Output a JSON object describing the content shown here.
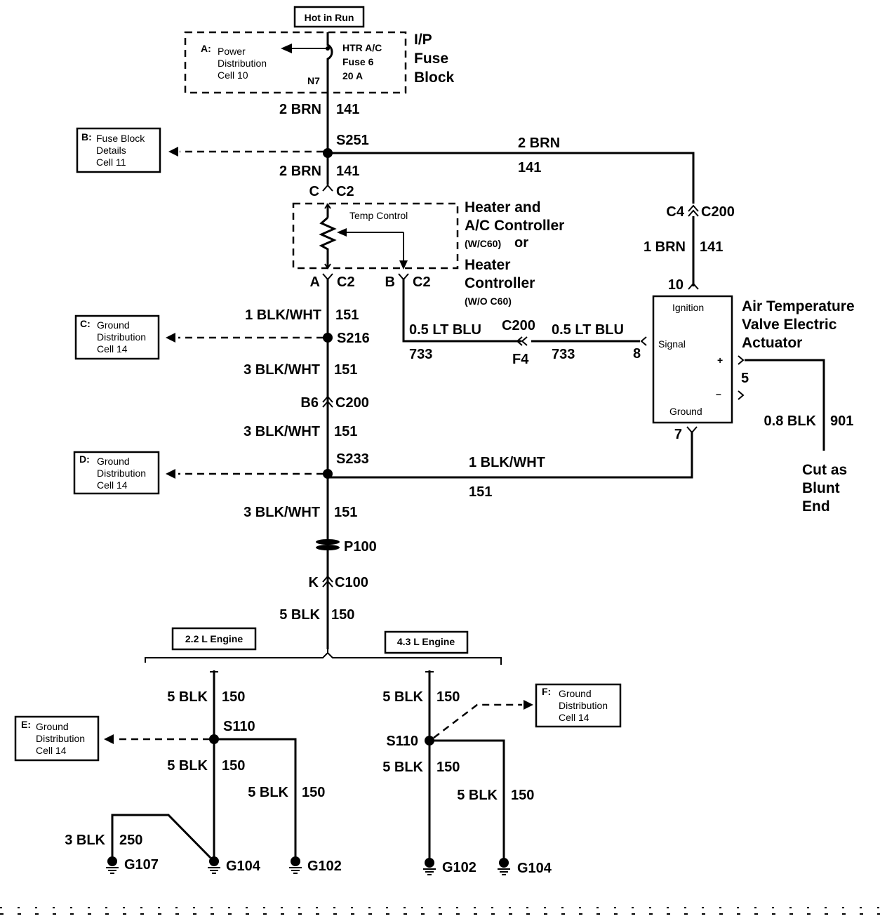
{
  "top": {
    "hot_in_run": "Hot in Run"
  },
  "fuse_block": {
    "ref_letter": "A:",
    "ref_lines": [
      "Power",
      "Distribution",
      "Cell 10"
    ],
    "fuse_lines": [
      "HTR A/C",
      "Fuse 6",
      "20 A"
    ],
    "terminal": "N7",
    "title_lines": [
      "I/P",
      "Fuse",
      "Block"
    ]
  },
  "refs": {
    "b": {
      "letter": "B:",
      "lines": [
        "Fuse Block",
        "Details",
        "Cell 11"
      ]
    },
    "c": {
      "letter": "C:",
      "lines": [
        "Ground",
        "Distribution",
        "Cell 14"
      ]
    },
    "d": {
      "letter": "D:",
      "lines": [
        "Ground",
        "Distribution",
        "Cell 14"
      ]
    },
    "e": {
      "letter": "E:",
      "lines": [
        "Ground",
        "Distribution",
        "Cell 14"
      ]
    },
    "f": {
      "letter": "F:",
      "lines": [
        "Ground",
        "Distribution",
        "Cell 14"
      ]
    }
  },
  "wires": {
    "w1": {
      "size_color": "2 BRN",
      "circuit": "141"
    },
    "w2": {
      "size_color": "2 BRN",
      "circuit": "141"
    },
    "w_right_top": {
      "size_color": "2 BRN",
      "circuit": "141"
    },
    "w_right_mid": {
      "size_color": "1 BRN",
      "circuit": "141"
    },
    "w3": {
      "size_color": "1 BLK/WHT",
      "circuit": "151"
    },
    "w4": {
      "size_color": "3 BLK/WHT",
      "circuit": "151"
    },
    "w5": {
      "size_color": "3 BLK/WHT",
      "circuit": "151"
    },
    "w6": {
      "size_color": "3 BLK/WHT",
      "circuit": "151"
    },
    "w_ground_right": {
      "size_color": "1 BLK/WHT",
      "circuit": "151"
    },
    "w7": {
      "size_color": "5 BLK",
      "circuit": "150"
    },
    "signal_left": {
      "size_color": "0.5 LT BLU",
      "circuit": "733"
    },
    "signal_right": {
      "size_color": "0.5 LT BLU",
      "circuit": "733"
    },
    "actuator_out": {
      "size_color": "0.8 BLK",
      "circuit": "901"
    },
    "e22_top": {
      "size_color": "5 BLK",
      "circuit": "150"
    },
    "e22_mid": {
      "size_color": "5 BLK",
      "circuit": "150"
    },
    "e22_right": {
      "size_color": "5 BLK",
      "circuit": "150"
    },
    "e22_g107": {
      "size_color": "3 BLK",
      "circuit": "250"
    },
    "e43_top": {
      "size_color": "5 BLK",
      "circuit": "150"
    },
    "e43_mid": {
      "size_color": "5 BLK",
      "circuit": "150"
    },
    "e43_right": {
      "size_color": "5 BLK",
      "circuit": "150"
    }
  },
  "splices": {
    "s251": "S251",
    "s216": "S216",
    "s233": "S233",
    "s110_a": "S110",
    "s110_b": "S110",
    "p100": "P100"
  },
  "connectors": {
    "c2_top_pin": "C",
    "c2_top": "C2",
    "c2_a_pin": "A",
    "c2_a": "C2",
    "c2_b_pin": "B",
    "c2_b": "C2",
    "c200_b6_pin": "B6",
    "c200_b6": "C200",
    "c200_c4_pin": "C4",
    "c200_c4": "C200",
    "c200_f4_name": "C200",
    "c200_f4_pin": "F4",
    "c100_pin": "K",
    "c100": "C100"
  },
  "controller": {
    "inner_label": "Temp Control",
    "title_lines": [
      "Heater and",
      "A/C Controller"
    ],
    "opt1": "(W/C60)",
    "or": "or",
    "title2_lines": [
      "Heater",
      "Controller"
    ],
    "opt2": "(W/O C60)"
  },
  "actuator": {
    "title_lines": [
      "Air Temperature",
      "Valve Electric",
      "Actuator"
    ],
    "ignition": "Ignition",
    "signal": "Signal",
    "ground": "Ground",
    "plus": "+",
    "minus": "–",
    "pin_ignition": "10",
    "pin_signal": "8",
    "pin_ground": "7",
    "pin_plus": "5",
    "cut_lines": [
      "Cut as",
      "Blunt",
      "End"
    ]
  },
  "engines": {
    "e22": "2.2 L Engine",
    "e43": "4.3 L Engine"
  },
  "grounds": {
    "g107": "G107",
    "g104_a": "G104",
    "g102_a": "G102",
    "g102_b": "G102",
    "g104_b": "G104"
  }
}
